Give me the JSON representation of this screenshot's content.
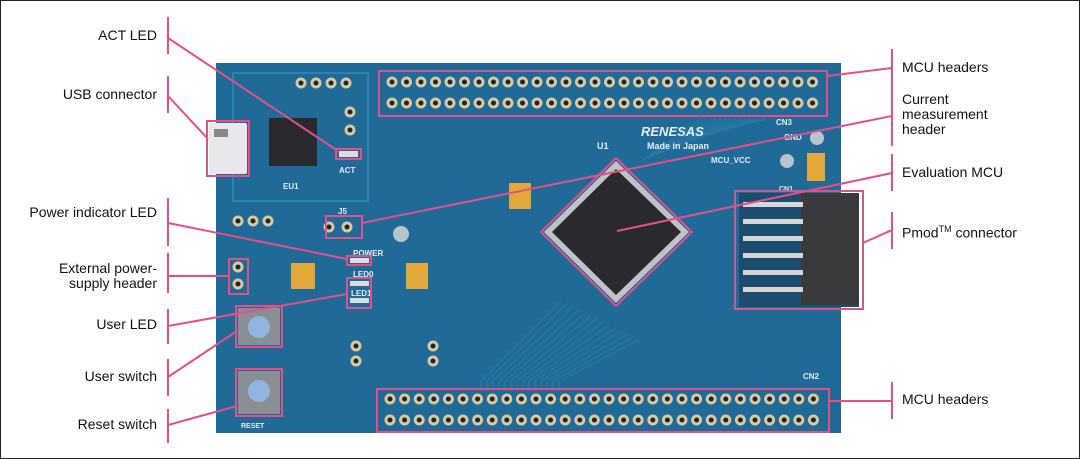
{
  "callouts_left": [
    {
      "label": "ACT LED"
    },
    {
      "label": "USB connector"
    },
    {
      "label": "Power indicator LED"
    },
    {
      "label": "External power-supply header"
    },
    {
      "label": "User LED"
    },
    {
      "label": "User switch"
    },
    {
      "label": "Reset switch"
    }
  ],
  "callouts_right": [
    {
      "label": "MCU headers"
    },
    {
      "label": "Current measurement header"
    },
    {
      "label": "Evaluation MCU"
    },
    {
      "label": "Pmod",
      "superscript": "TM",
      "suffix": " connector"
    },
    {
      "label": "MCU headers"
    }
  ],
  "board_silkscreen": {
    "brand": "RENESAS",
    "made_in": "Made in Japan",
    "mcu": "U1",
    "act": "ACT",
    "power": "POWER",
    "led0": "LED0",
    "led1": "LED1",
    "reset": "RESET",
    "mcu_vcc": "MCU_VCC",
    "gnd": "GND",
    "cn1": "CN1",
    "cn2": "CN2",
    "cn3": "CN3",
    "eu1": "EU1",
    "j5": "J5"
  },
  "colors": {
    "callout": "#e2508a",
    "board": "#1f6a96",
    "board_dark": "#184f74",
    "mcu": "#2a2a2e",
    "button": "#8fb5e0"
  }
}
